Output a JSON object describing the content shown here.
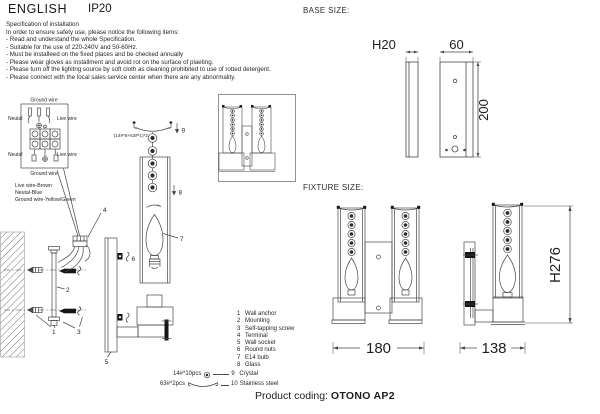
{
  "header": {
    "language": "ENGLISH",
    "protection_class": "IP20"
  },
  "section_labels": {
    "base_size": "BASE SIZE:",
    "fixture_size": "FIXTURE SIZE:"
  },
  "spec": {
    "title": "Specification of installation",
    "intro": "In order to ensure safety use, please notice the following items:",
    "items": [
      "- Read and understand the whole Specification.",
      "- Suitable for the use of 220-240V and 50-60Hz.",
      "- Must be installeed on the fixed places and be checked annually",
      "- Please wear gloves as installment and avoid rot on the surface of plaeting.",
      "- Please turn off the lighitng source by soft cloth as cleaning prohibited to use of rotted detergent.",
      "- Please connect with the local sales service center when there are any abnormality."
    ]
  },
  "wiring": {
    "ground_wire_top": "Ground wire",
    "neutral_top": "Neutal",
    "live_top": "Live wire",
    "neutral_bottom": "Neutal",
    "live_bottom": "Live wire",
    "ground_wire_bottom": "Ground wire",
    "legend": [
      "Live wire-Brown",
      "Neutal-Blue",
      "Ground wire-Yellow/Green"
    ]
  },
  "exploded": {
    "crystal_formula": "(14#*5+63#*1)*2",
    "callouts": {
      "n1": "1",
      "n2": "2",
      "n3": "3",
      "n4": "4",
      "n5": "5",
      "n6": "6",
      "n7": "7",
      "n8": "8",
      "n9": "9"
    }
  },
  "parts": [
    {
      "num": "1",
      "name": "Wall anchor",
      "qty": ""
    },
    {
      "num": "2",
      "name": "Mounting",
      "qty": ""
    },
    {
      "num": "3",
      "name": "Self-tapping screw",
      "qty": ""
    },
    {
      "num": "4",
      "name": "Terminal",
      "qty": ""
    },
    {
      "num": "5",
      "name": "Wall socket",
      "qty": ""
    },
    {
      "num": "6",
      "name": "Round nuts",
      "qty": ""
    },
    {
      "num": "7",
      "name": "E14 bulb",
      "qty": ""
    },
    {
      "num": "8",
      "name": "Glass",
      "qty": ""
    },
    {
      "num": "9",
      "name": "Crystal",
      "qty": "14#*10pcs"
    },
    {
      "num": "10",
      "name": "Stainless steel",
      "qty": "63#*2pcs"
    }
  ],
  "dims": {
    "base_thickness": "H20",
    "base_width": "60",
    "base_height": "200",
    "fixture_width": "180",
    "fixture_depth": "138",
    "fixture_height": "H276"
  },
  "footer": {
    "label": "Product coding:",
    "code": "OTONO AP2"
  },
  "colors": {
    "ink": "#474747",
    "text": "#1f1f1f",
    "background": "#ffffff"
  }
}
